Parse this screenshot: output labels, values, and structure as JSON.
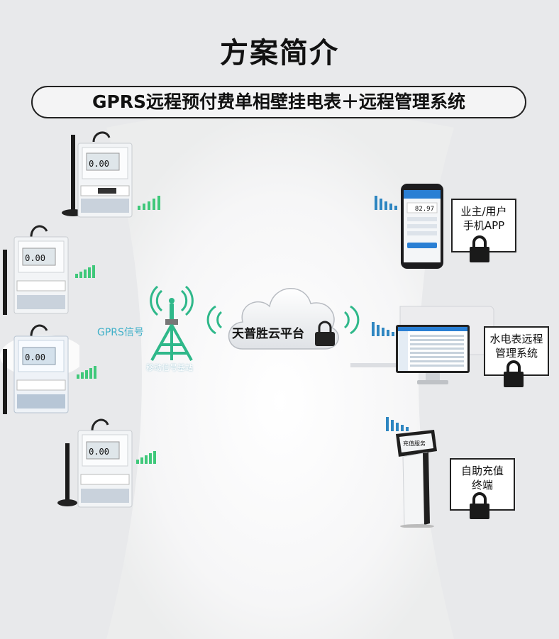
{
  "header": {
    "title": "方案简介",
    "subtitle": "GPRS远程预付费单相壁挂电表＋远程管理系统"
  },
  "network": {
    "gprs_signal_label": "GPRS信号",
    "base_station_label": "移动信号基站",
    "cloud_label": "天普胜云平台"
  },
  "clients": [
    {
      "label_line1": "业主/用户",
      "label_line2": "手机APP"
    },
    {
      "label_line1": "水电表远程",
      "label_line2": "管理系统"
    },
    {
      "label_line1": "自助充值",
      "label_line2": "终端"
    }
  ],
  "meter_display_value": "0.00",
  "phone_display_value": "82.97",
  "kiosk_screen_text": "充值服务",
  "colors": {
    "signal_green": "#3fc87a",
    "signal_blue": "#2e86c1",
    "teal": "#3fb0c8",
    "dark": "#222222"
  }
}
